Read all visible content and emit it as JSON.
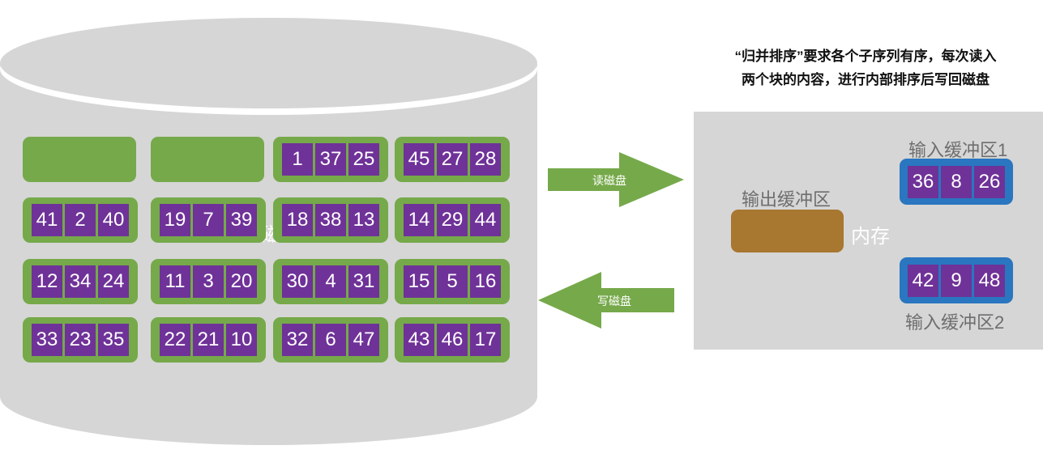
{
  "disk": {
    "label": "磁盘",
    "blocks": [
      [
        [],
        [],
        [
          "1",
          "37",
          "25"
        ],
        [
          "45",
          "27",
          "28"
        ]
      ],
      [
        [
          "41",
          "2",
          "40"
        ],
        [
          "19",
          "7",
          "39"
        ],
        [
          "18",
          "38",
          "13"
        ],
        [
          "14",
          "29",
          "44"
        ]
      ],
      [
        [
          "12",
          "34",
          "24"
        ],
        [
          "11",
          "3",
          "20"
        ],
        [
          "30",
          "4",
          "31"
        ],
        [
          "15",
          "5",
          "16"
        ]
      ],
      [
        [
          "33",
          "23",
          "35"
        ],
        [
          "22",
          "21",
          "10"
        ],
        [
          "32",
          "6",
          "47"
        ],
        [
          "43",
          "46",
          "17"
        ]
      ]
    ]
  },
  "arrows": {
    "read_label": "读磁盘",
    "write_label": "写磁盘"
  },
  "memory": {
    "label": "内存",
    "output_buffer_title": "输出缓冲区",
    "input_buffer_1_title": "输入缓冲区1",
    "input_buffer_1": [
      "36",
      "8",
      "26"
    ],
    "input_buffer_2_title": "输入缓冲区2",
    "input_buffer_2": [
      "42",
      "9",
      "48"
    ]
  },
  "note": {
    "line1": "“归并排序”要求各个子序列有序，每次读入",
    "line2": "两个块的内容，进行内部排序后写回磁盘"
  },
  "colors": {
    "disk": "#d6d6d6",
    "block": "#76a94a",
    "cell": "#6f3298",
    "arrow": "#76a94a",
    "output_buffer": "#a87730",
    "input_buffer": "#2a76c0"
  }
}
